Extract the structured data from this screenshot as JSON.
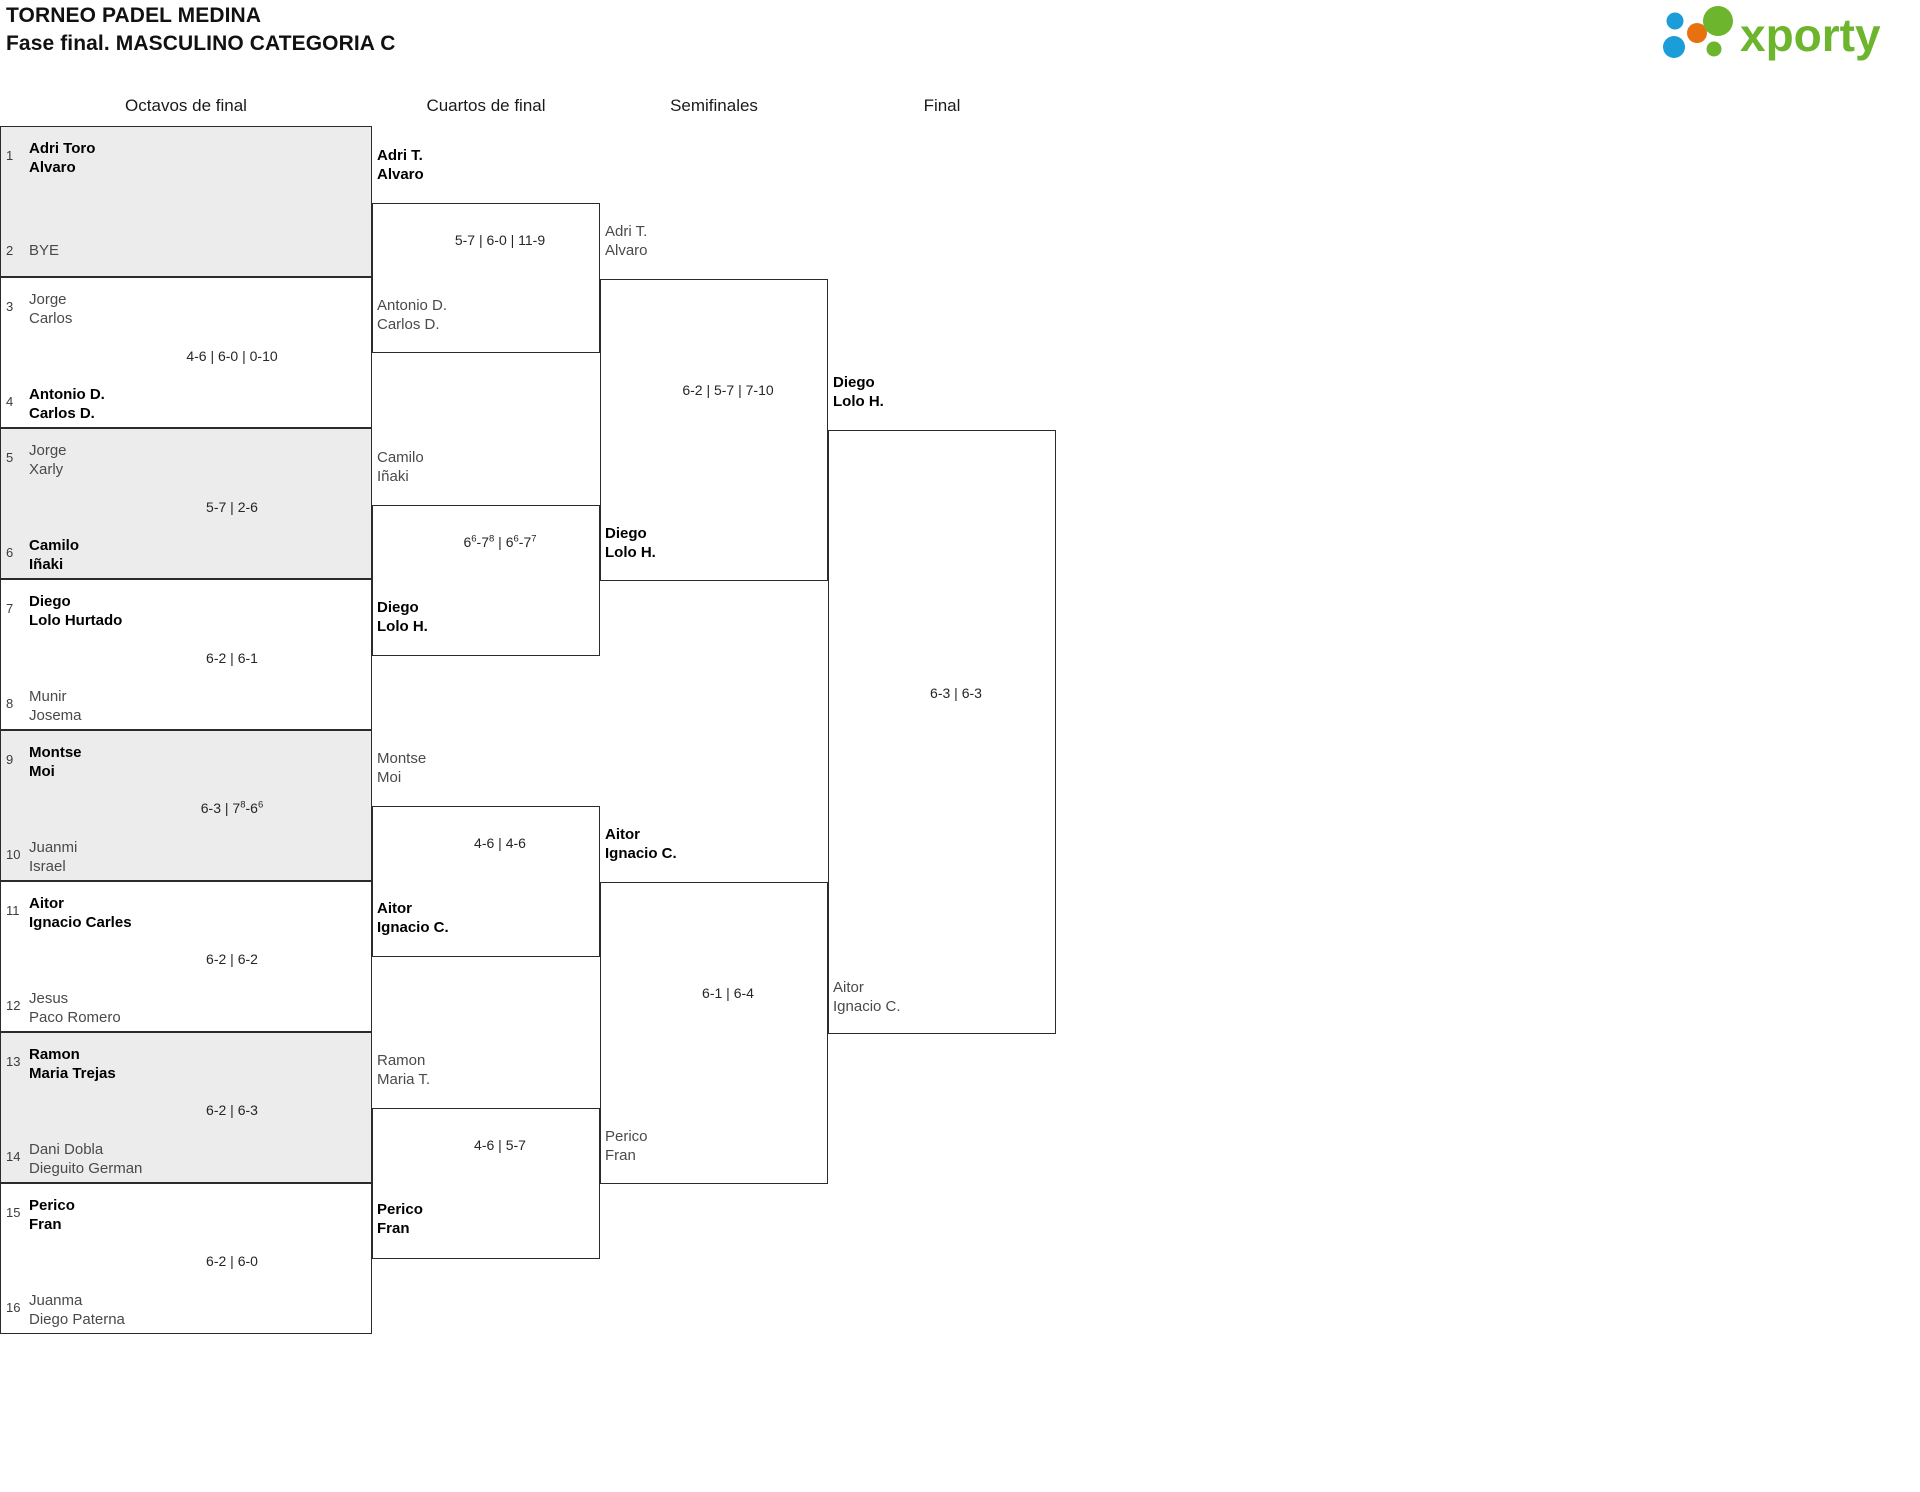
{
  "header": {
    "tournament_name": "TORNEO PADEL MEDINA",
    "phase_line": "Fase final. MASCULINO CATEGORIA C",
    "logo_text": "xporty",
    "logo_colors": {
      "green": "#6cb52d",
      "blue": "#1b9dd9",
      "orange": "#e8700f"
    }
  },
  "rounds": [
    {
      "id": "octavos",
      "label": "Octavos de final"
    },
    {
      "id": "cuartos",
      "label": "Cuartos de final"
    },
    {
      "id": "semifinales",
      "label": "Semifinales"
    },
    {
      "id": "final",
      "label": "Final"
    }
  ],
  "octavos": [
    {
      "top": {
        "seed": "1",
        "p1": "Adri Toro",
        "p2": "Alvaro",
        "winner": true
      },
      "bottom": {
        "seed": "2",
        "p1": "BYE",
        "p2": "",
        "winner": false
      },
      "score": "",
      "shaded": true
    },
    {
      "top": {
        "seed": "3",
        "p1": "Jorge",
        "p2": "Carlos",
        "winner": false
      },
      "bottom": {
        "seed": "4",
        "p1": "Antonio D.",
        "p2": "Carlos D.",
        "winner": true
      },
      "score": "4-6 | 6-0 | 0-10",
      "shaded": false
    },
    {
      "top": {
        "seed": "5",
        "p1": "Jorge",
        "p2": "Xarly",
        "winner": false
      },
      "bottom": {
        "seed": "6",
        "p1": "Camilo",
        "p2": "Iñaki",
        "winner": true
      },
      "score": "5-7 | 2-6",
      "shaded": true
    },
    {
      "top": {
        "seed": "7",
        "p1": "Diego",
        "p2": "Lolo Hurtado",
        "winner": true
      },
      "bottom": {
        "seed": "8",
        "p1": "Munir",
        "p2": "Josema",
        "winner": false
      },
      "score": "6-2 | 6-1",
      "shaded": false
    },
    {
      "top": {
        "seed": "9",
        "p1": "Montse",
        "p2": "Moi",
        "winner": true
      },
      "bottom": {
        "seed": "10",
        "p1": "Juanmi",
        "p2": "Israel",
        "winner": false
      },
      "score": "6-3 | 7^8-6^6",
      "shaded": true
    },
    {
      "top": {
        "seed": "11",
        "p1": "Aitor",
        "p2": "Ignacio Carles",
        "winner": true
      },
      "bottom": {
        "seed": "12",
        "p1": "Jesus",
        "p2": "Paco Romero",
        "winner": false
      },
      "score": "6-2 | 6-2",
      "shaded": false
    },
    {
      "top": {
        "seed": "13",
        "p1": "Ramon",
        "p2": "Maria Trejas",
        "winner": true
      },
      "bottom": {
        "seed": "14",
        "p1": "Dani Dobla",
        "p2": "Dieguito German",
        "winner": false
      },
      "score": "6-2 | 6-3",
      "shaded": true
    },
    {
      "top": {
        "seed": "15",
        "p1": "Perico",
        "p2": "Fran",
        "winner": true
      },
      "bottom": {
        "seed": "16",
        "p1": "Juanma",
        "p2": "Diego Paterna",
        "winner": false
      },
      "score": "6-2 | 6-0",
      "shaded": false
    }
  ],
  "cuartos": [
    {
      "top": {
        "p1": "Adri T.",
        "p2": "Alvaro",
        "winner": true
      },
      "bottom": {
        "p1": "Antonio D.",
        "p2": "Carlos D.",
        "winner": false
      },
      "score": "5-7 | 6-0 | 11-9"
    },
    {
      "top": {
        "p1": "Camilo",
        "p2": "Iñaki",
        "winner": false
      },
      "bottom": {
        "p1": "Diego",
        "p2": "Lolo H.",
        "winner": true
      },
      "score": "6^6-7^8 | 6^6-7^7"
    },
    {
      "top": {
        "p1": "Montse",
        "p2": "Moi",
        "winner": false
      },
      "bottom": {
        "p1": "Aitor",
        "p2": "Ignacio C.",
        "winner": true
      },
      "score": "4-6 | 4-6"
    },
    {
      "top": {
        "p1": "Ramon",
        "p2": "Maria T.",
        "winner": false
      },
      "bottom": {
        "p1": "Perico",
        "p2": "Fran",
        "winner": true
      },
      "score": "4-6 | 5-7"
    }
  ],
  "semifinales": [
    {
      "top": {
        "p1": "Adri T.",
        "p2": "Alvaro",
        "winner": false
      },
      "bottom": {
        "p1": "Diego",
        "p2": "Lolo H.",
        "winner": true
      },
      "score": "6-2 | 5-7 | 7-10"
    },
    {
      "top": {
        "p1": "Aitor",
        "p2": "Ignacio C.",
        "winner": true
      },
      "bottom": {
        "p1": "Perico",
        "p2": "Fran",
        "winner": false
      },
      "score": "6-1 | 6-4"
    }
  ],
  "final": [
    {
      "top": {
        "p1": "Diego",
        "p2": "Lolo H.",
        "winner": true
      },
      "bottom": {
        "p1": "Aitor",
        "p2": "Ignacio C.",
        "winner": false
      },
      "score": "6-3 | 6-3"
    }
  ]
}
